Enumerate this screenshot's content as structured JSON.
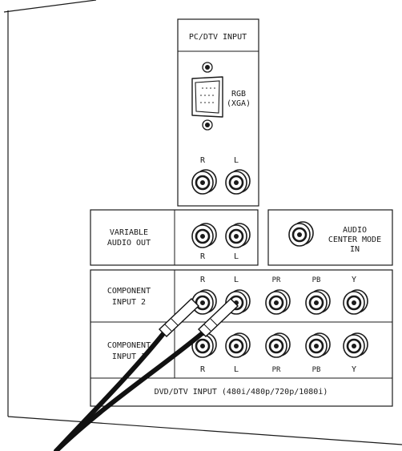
{
  "pc_panel": {
    "title": "PC/DTV INPUT",
    "rgb_label_1": "RGB",
    "rgb_label_2": "(XGA)",
    "right_label": "R",
    "left_label": "L"
  },
  "variable_audio": {
    "label_1": "VARIABLE",
    "label_2": "AUDIO OUT",
    "right_label": "R",
    "left_label": "L"
  },
  "audio_center": {
    "label_1": "AUDIO",
    "label_2": "CENTER MODE",
    "label_3": "IN"
  },
  "component2": {
    "label_1": "COMPONENT",
    "label_2": "INPUT 2",
    "headers": [
      "R",
      "L",
      "PR",
      "PB",
      "Y"
    ]
  },
  "component1": {
    "label_1": "COMPONENT",
    "label_2": "INPUT 1",
    "footers": [
      "R",
      "L",
      "PR",
      "PB",
      "Y"
    ]
  },
  "footer": {
    "label": "DVD/DTV INPUT (480i/480p/720p/1080i)"
  },
  "colors": {
    "line": "#1a1a1a",
    "panel_fill": "#ffffff",
    "cable": "#111111"
  }
}
